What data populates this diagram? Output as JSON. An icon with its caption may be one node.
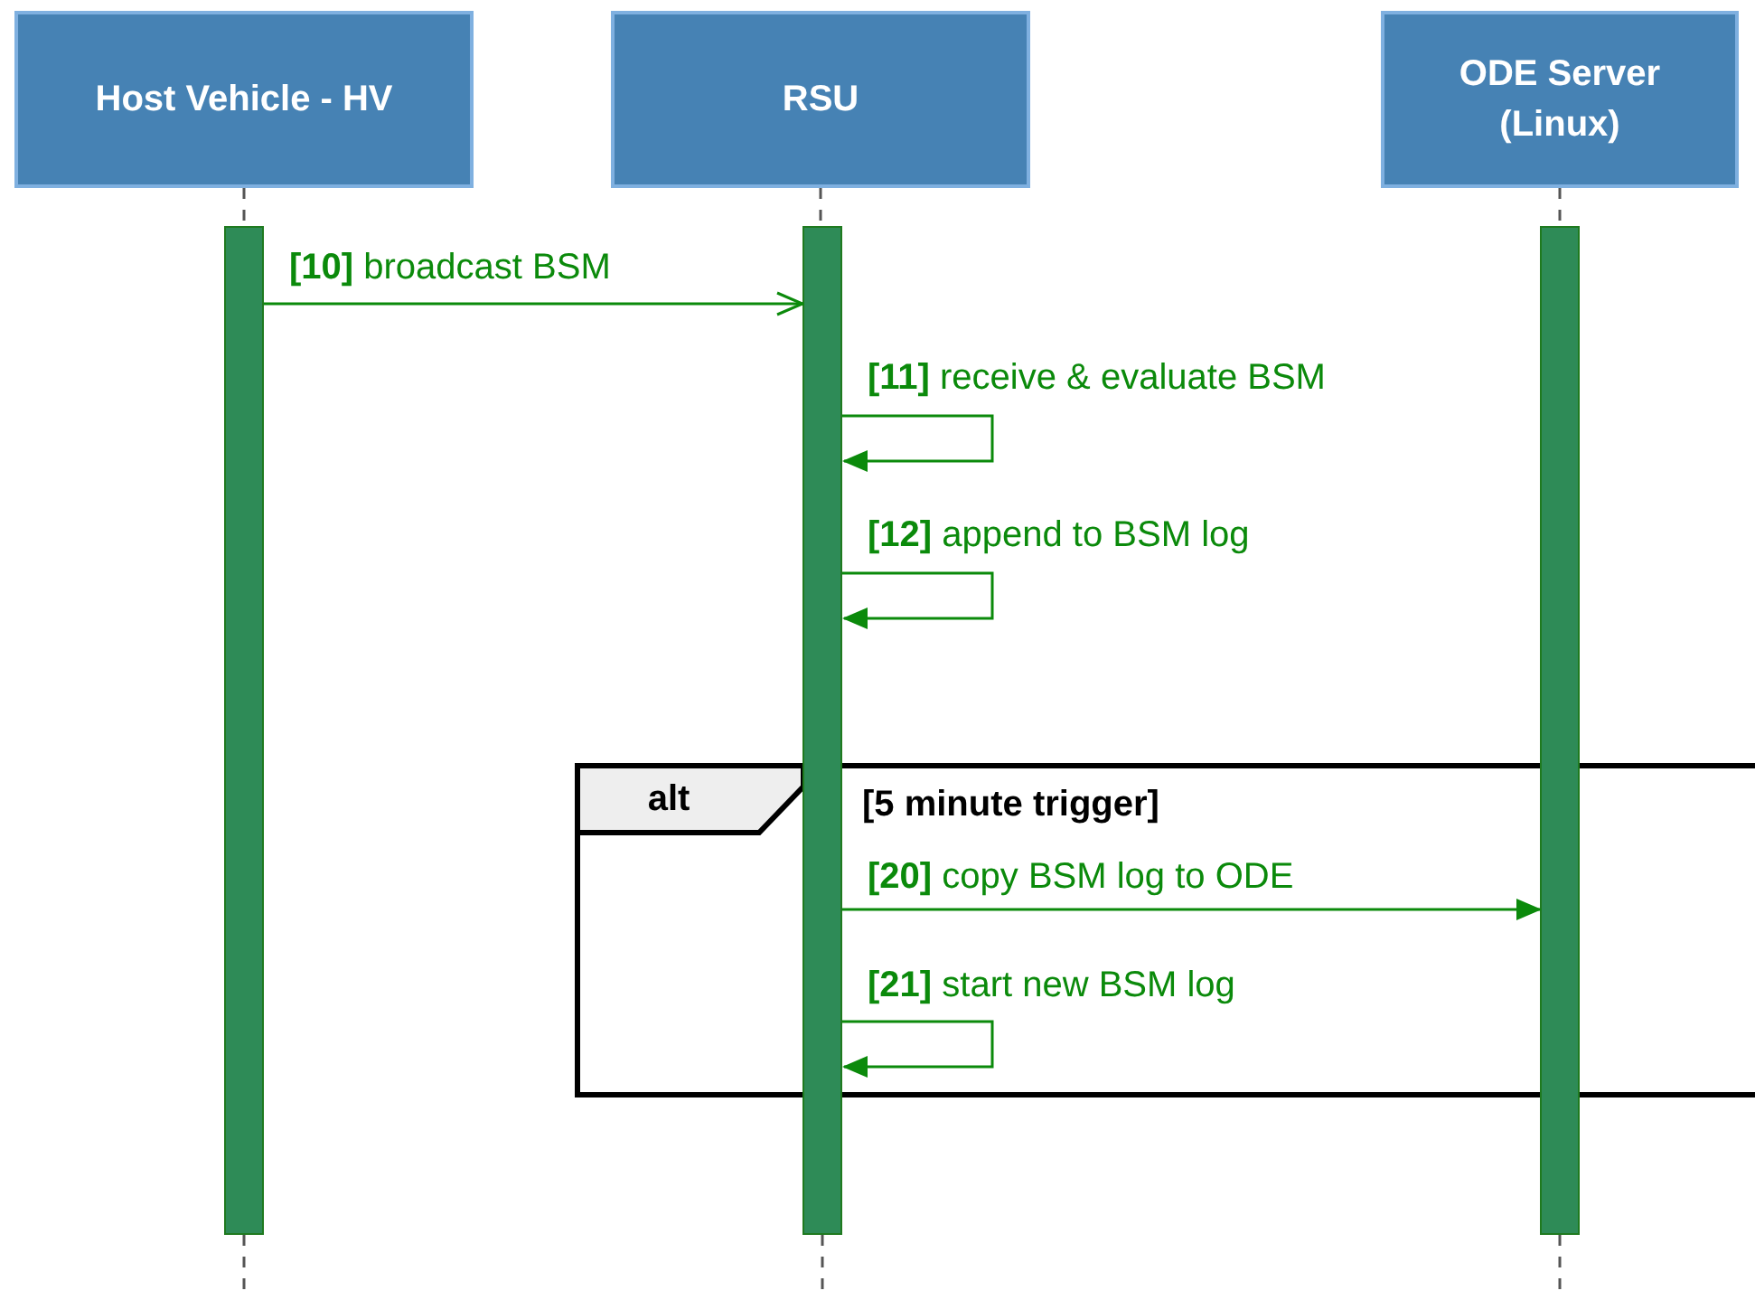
{
  "diagram": {
    "nodes": [
      {
        "text": [
          "Host Vehicle - HV"
        ]
      },
      {
        "text": [
          "RSU"
        ]
      },
      {
        "text": [
          "ODE Server (Linux)"
        ]
      },
      {
        "text": [],
        "shape": "bar"
      },
      {
        "text": [],
        "shape": "bar"
      },
      {
        "text": [],
        "shape": "bar"
      }
    ],
    "edges": [
      {
        "from": 0,
        "to": 3,
        "arrow": "none",
        "style": "dashed",
        "color": "#555555"
      },
      {
        "from": 1,
        "to": 4,
        "arrow": "none",
        "style": "dashed",
        "color": "#555555"
      },
      {
        "from": 2,
        "to": 5,
        "arrow": "none",
        "style": "dashed",
        "color": "#555555"
      },
      {
        "from": 3,
        "to": 4,
        "arrow": "to",
        "label": "**[10]** broadcast BSM"
      },
      {
        "from": 4,
        "to": 4,
        "arrow": "to",
        "label": "**[11]** receive & evaluate BSM"
      },
      {
        "from": 4,
        "to": 4,
        "arrow": "to",
        "label": "**[12]** append to BSM log"
      },
      {
        "from": 4,
        "to": 5,
        "arrow": "to",
        "label": "**[20]** copy BSM log to ODE"
      },
      {
        "from": 4,
        "to": 4,
        "arrow": "to",
        "label": "**[21]** start new BSM log"
      },
      {
        "from": 3,
        "to": null,
        "arrow": "none",
        "style": "dashed",
        "color": "#555555"
      },
      {
        "from": 4,
        "to": null,
        "arrow": "none",
        "style": "dashed",
        "color": "#555555"
      },
      {
        "from": 5,
        "to": null,
        "arrow": "none",
        "style": "dashed",
        "color": "#555555"
      }
    ],
    "labels": [
      "alt",
      "[5 minute trigger]"
    ]
  }
}
